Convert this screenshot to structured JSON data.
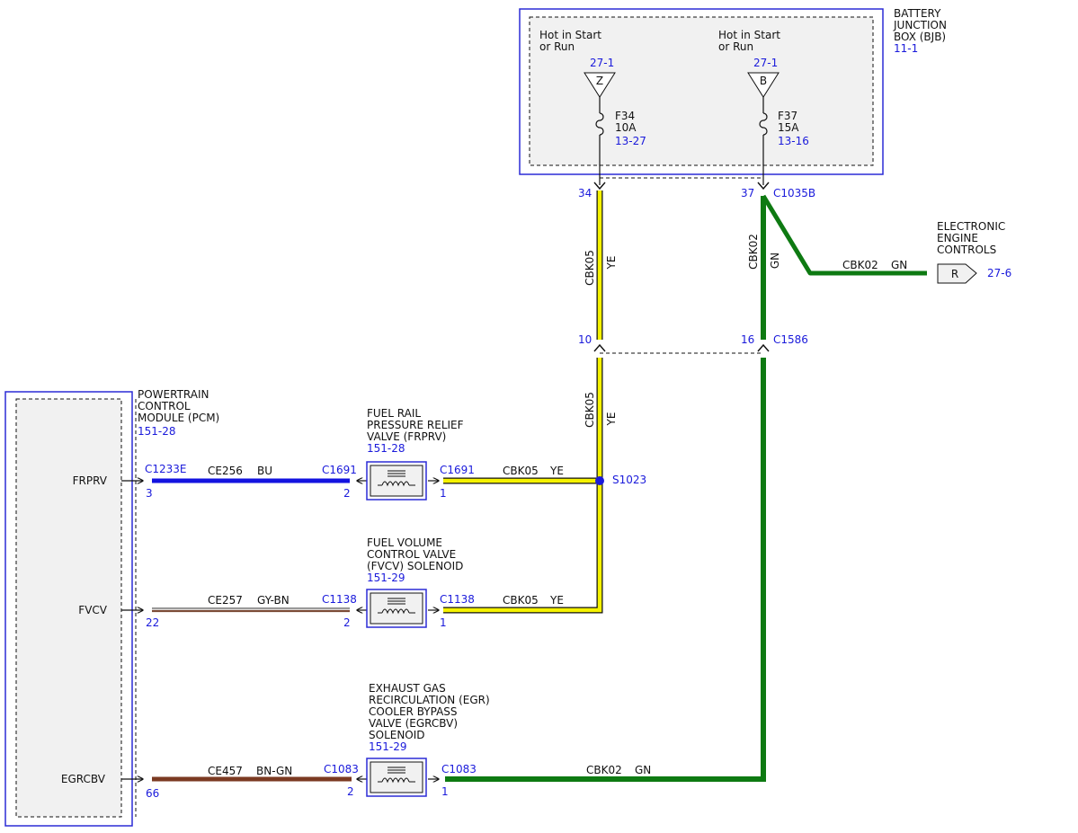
{
  "bjb": {
    "title": [
      "BATTERY",
      "JUNCTION",
      "BOX (BJB)"
    ],
    "ref": "11-1",
    "left_feed": {
      "hot": [
        "Hot in Start",
        "or Run"
      ],
      "ref": "27-1",
      "letter": "Z",
      "fuse": "F34",
      "amps": "10A",
      "fuse_ref": "13-27"
    },
    "right_feed": {
      "hot": [
        "Hot in Start",
        "or Run"
      ],
      "ref": "27-1",
      "letter": "B",
      "fuse": "F37",
      "amps": "15A",
      "fuse_ref": "13-16"
    }
  },
  "c1035b": {
    "name": "C1035B",
    "pin_ye": "34",
    "pin_gn": "37"
  },
  "c1586": {
    "name": "C1586",
    "pin_ye": "10",
    "pin_gn": "16"
  },
  "vertical_labels": {
    "ye_upper_ckt": "CBK05",
    "ye_upper_color": "YE",
    "ye_lower_ckt": "CBK05",
    "ye_lower_color": "YE",
    "gn_ckt": "CBK02",
    "gn_color": "GN"
  },
  "eec": {
    "title": [
      "ELECTRONIC",
      "ENGINE",
      "CONTROLS"
    ],
    "ckt": "CBK02",
    "color": "GN",
    "letter": "R",
    "ref": "27-6"
  },
  "pcm": {
    "title": [
      "POWERTRAIN",
      "CONTROL",
      "MODULE (PCM)"
    ],
    "ref": "151-28",
    "pins": [
      {
        "signal": "FRPRV",
        "connector": "C1233E",
        "pin": "3"
      },
      {
        "signal": "FVCV",
        "connector": "",
        "pin": "22"
      },
      {
        "signal": "EGRCBV",
        "connector": "",
        "pin": "66"
      }
    ]
  },
  "components": [
    {
      "title": [
        "FUEL RAIL",
        "PRESSURE RELIEF",
        "VALVE (FRPRV)"
      ],
      "ref": "151-28",
      "in_wire": {
        "ckt": "CE256",
        "color": "BU"
      },
      "connector": "C1691",
      "pin_in": "2",
      "pin_out": "1",
      "out_wire": {
        "ckt": "CBK05",
        "color": "YE"
      }
    },
    {
      "title": [
        "FUEL VOLUME",
        "CONTROL VALVE",
        "(FVCV) SOLENOID"
      ],
      "ref": "151-29",
      "in_wire": {
        "ckt": "CE257",
        "color": "GY-BN"
      },
      "connector": "C1138",
      "pin_in": "2",
      "pin_out": "1",
      "out_wire": {
        "ckt": "CBK05",
        "color": "YE"
      }
    },
    {
      "title": [
        "EXHAUST GAS",
        "RECIRCULATION (EGR)",
        "COOLER BYPASS",
        "VALVE (EGRCBV)",
        "SOLENOID"
      ],
      "ref": "151-29",
      "in_wire": {
        "ckt": "CE457",
        "color": "BN-GN"
      },
      "connector": "C1083",
      "pin_in": "2",
      "pin_out": "1",
      "out_wire": {
        "ckt": "CBK02",
        "color": "GN"
      }
    }
  ],
  "splice": {
    "name": "S1023"
  },
  "colors": {
    "ink": "#111111",
    "ref": "#1a1adb",
    "frame": "#2b2bd6",
    "YE": "#f5f200",
    "GN": "#0e7a12",
    "BU": "#1313e0",
    "GY-BN": "#8f7a72",
    "BN-GN": "#7b3a22",
    "module_fill": "#f1f1f1"
  }
}
